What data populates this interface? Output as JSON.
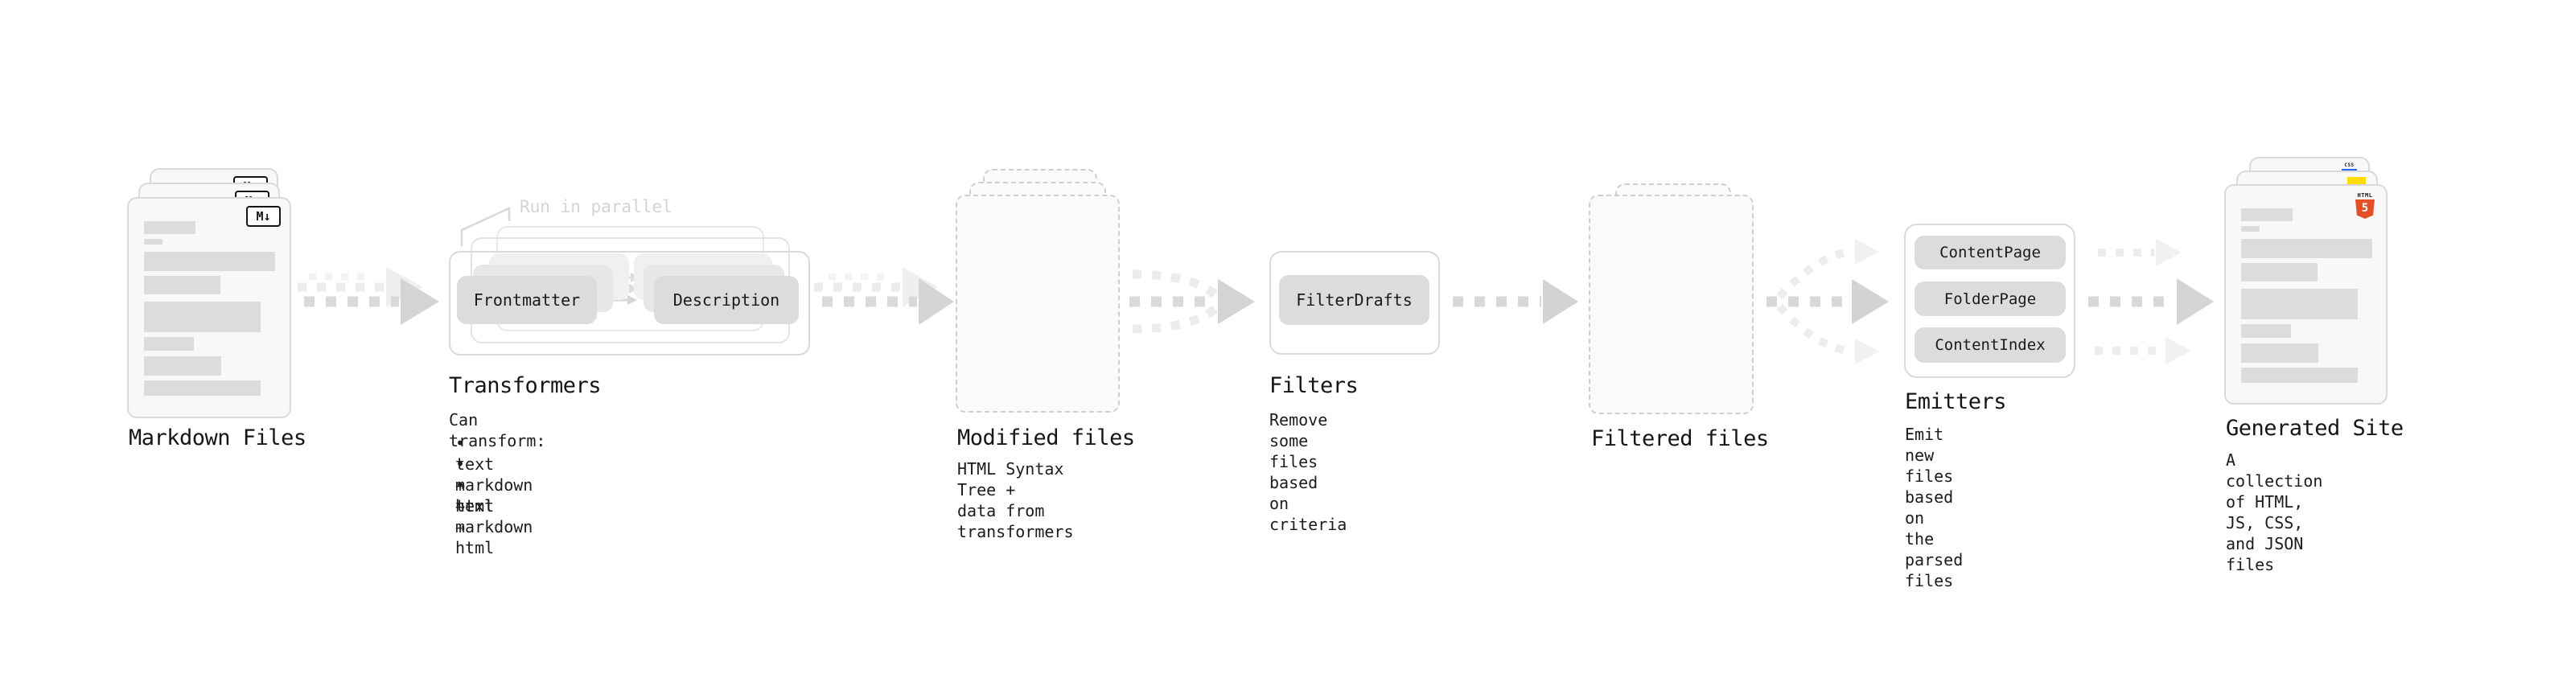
{
  "colors": {
    "heading_text": "#161616",
    "note_text": "#1c1c1c",
    "node_fill": "#dcdcdc",
    "card_fill": "#f8f8f8",
    "card_border": "#d9d9d9",
    "dashed_border": "#cfcfcf",
    "arrow_main": "#d6d6d6",
    "arrow_echo": "#ededed",
    "annotation_gray": "#d4d4d4",
    "markdown_badge": "#141414",
    "html5_orange": "#e34f26",
    "js_yellow": "#ffdd00",
    "css_blue": "#2965f1"
  },
  "stages": {
    "markdown_files": {
      "label": "Markdown Files",
      "badge": "M↓"
    },
    "transformers": {
      "title": "Transformers",
      "annotation": "Run in parallel",
      "node1": "Frontmatter",
      "node2": "Description",
      "note_title": "Can transform:",
      "notes": [
        "• text → text",
        "• markdown → markdown",
        "• html → html"
      ]
    },
    "modified_files": {
      "label": "Modified files",
      "note": "HTML Syntax Tree +\ndata from transformers"
    },
    "filters": {
      "title": "Filters",
      "node1": "FilterDrafts",
      "note": "Remove some files based\non criteria"
    },
    "filtered_files": {
      "label": "Filtered files"
    },
    "emitters": {
      "title": "Emitters",
      "node1": "ContentPage",
      "node2": "FolderPage",
      "node3": "ContentIndex",
      "note": "Emit new files based on\nthe parsed files"
    },
    "generated_site": {
      "label": "Generated Site",
      "note": "A collection of HTML,\nJS, CSS, and JSON files",
      "badge_css": "CSS",
      "badge_html": "HTML",
      "badge_html_number": "5"
    }
  }
}
